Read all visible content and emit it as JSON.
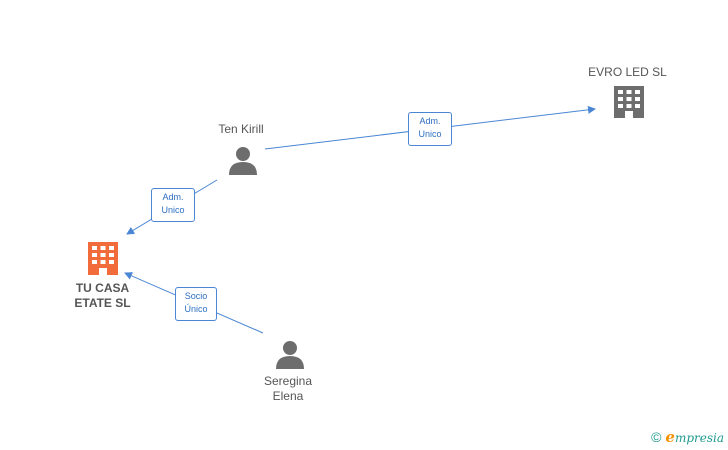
{
  "nodes": {
    "tu_casa": {
      "label": "TU CASA\nETATE SL",
      "type": "company",
      "color": "#f26b3a"
    },
    "evro_led": {
      "label": "EVRO LED SL",
      "type": "company",
      "color": "#6d6d6d"
    },
    "ten_kirill": {
      "label": "Ten Kirill",
      "type": "person",
      "color": "#6d6d6d"
    },
    "seregina": {
      "label": "Seregina\nElena",
      "type": "person",
      "color": "#6d6d6d"
    }
  },
  "edges": [
    {
      "from": "ten_kirill",
      "to": "evro_led",
      "label": "Adm.\nUnico"
    },
    {
      "from": "ten_kirill",
      "to": "tu_casa",
      "label": "Adm.\nUnico"
    },
    {
      "from": "seregina",
      "to": "tu_casa",
      "label": "Socio\nÚnico"
    }
  ],
  "colors": {
    "edge": "#4a86d4"
  },
  "footer": {
    "copyright": "©",
    "brand_initial": "e",
    "brand_rest": "mpresia"
  }
}
